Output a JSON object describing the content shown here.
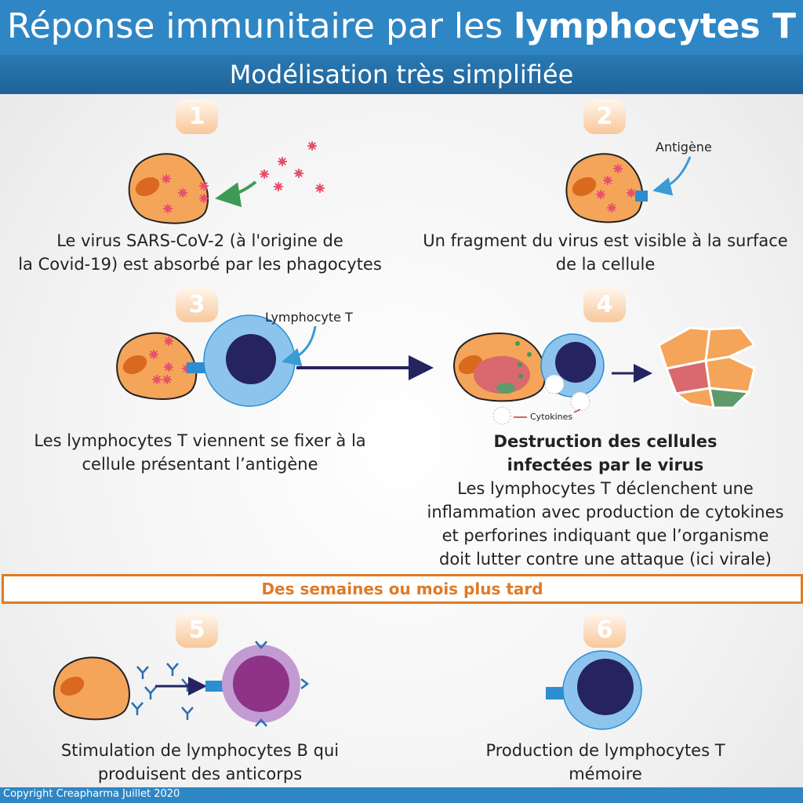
{
  "header": {
    "title_prefix": "Réponse immunitaire par les ",
    "title_bold": "lymphocytes T",
    "subtitle": "Modélisation très simplifiée"
  },
  "steps": [
    {
      "number": "1",
      "caption_line1": "Le virus SARS-CoV-2 (à l'origine de",
      "caption_line2": "la Covid-19) est absorbé par les phagocytes"
    },
    {
      "number": "2",
      "label": "Antigène",
      "caption_line1": "Un fragment du virus est visible à la surface",
      "caption_line2": "de la cellule"
    },
    {
      "number": "3",
      "label": "Lymphocyte T",
      "caption_line1": "Les lymphocytes T viennent se fixer à la",
      "caption_line2": "cellule présentant l’antigène"
    },
    {
      "number": "4",
      "label": "Cytokines",
      "title_line1": "Destruction des cellules",
      "title_line2": "infectées par le virus",
      "caption_lines": [
        "Les lymphocytes T déclenchent une",
        "inflammation avec production de cytokines",
        "et perforines indiquant que l’organisme",
        "doit lutter contre une attaque (ici virale)"
      ]
    },
    {
      "number": "5",
      "caption_line1": "Stimulation de lymphocytes B qui",
      "caption_line2": "produisent des anticorps"
    },
    {
      "number": "6",
      "caption_line1": "Production de lymphocytes T",
      "caption_line2": "mémoire"
    }
  ],
  "banner": "Des semaines ou mois plus tard",
  "footer": "Copyright Creapharma Juillet 2020",
  "colors": {
    "header": "#2f86c4",
    "cell": "#f4a55a",
    "nucleus": "#d9691f",
    "virus": "#e8506b",
    "lymph_outer": "#8cc4ee",
    "lymph_inner": "#262361",
    "receptor": "#2c8ed0",
    "accent": "#e07a25"
  }
}
